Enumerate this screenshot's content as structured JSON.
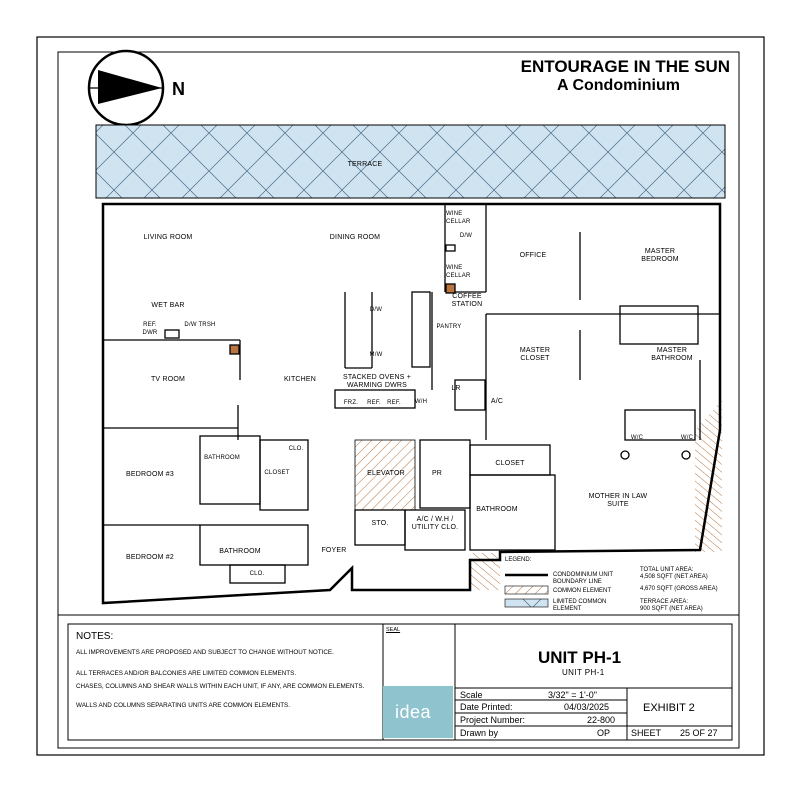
{
  "project": {
    "title": "ENTOURAGE IN THE SUN",
    "subtitle": "A Condominium",
    "north_label": "N"
  },
  "rooms": {
    "terrace": "TERRACE",
    "living_room": "LIVING ROOM",
    "dining_room": "DINING ROOM",
    "wine_cellar_1": "WINE CELLAR",
    "wine_cellar_2": "WINE CELLAR",
    "dw_top": "D/W",
    "office": "OFFICE",
    "master_bedroom": "MASTER BEDROOM",
    "coffee_station": "COFFEE STATION",
    "wet_bar": "WET BAR",
    "ref_dwr": "REF. DWR",
    "dw_trsh": "D/W  TRSH",
    "dw_kitchen": "D/W",
    "pantry": "PANTRY",
    "master_closet": "MASTER CLOSET",
    "master_bathroom": "MASTER BATHROOM",
    "mw": "M/W",
    "tv_room": "TV ROOM",
    "kitchen": "KITCHEN",
    "stacked_ovens": "STACKED OVENS + WARMING DWRS",
    "lr": "LR",
    "frz": "FRZ.",
    "ref1": "REF.",
    "ref2": "REF.",
    "wh": "W/H",
    "ac": "A/C",
    "wc1": "W/C",
    "wc2": "W/C",
    "clo1": "CLO.",
    "bedroom3": "BEDROOM #3",
    "bathroom1": "BATHROOM",
    "closet1": "CLOSET",
    "elevator": "ELEVATOR",
    "pr": "PR",
    "closet2": "CLOSET",
    "mother_in_law": "MOTHER IN LAW SUITE",
    "bathroom3": "BATHROOM",
    "sto": "STO.",
    "ac_wh": "A/C / W.H / UTILITY CLO.",
    "bedroom2": "BEDROOM #2",
    "bathroom2": "BATHROOM",
    "foyer": "FOYER",
    "clo2": "CLO."
  },
  "legend": {
    "title": "LEGEND:",
    "boundary": "CONDOMINIUM UNIT BOUNDARY LINE",
    "common": "COMMON ELEMENT",
    "limited": "LIMITED COMMON ELEMENT",
    "total_area": "TOTAL UNIT AREA:",
    "net_area": "4,508 SQFT (NET AREA)",
    "gross_area": "4,670 SQFT (GROSS AREA)",
    "terrace_area": "TERRACE AREA:",
    "terrace_net": "900 SQFT (NET AREA)"
  },
  "notes": {
    "heading": "NOTES:",
    "items": [
      "ALL IMPROVEMENTS ARE PROPOSED AND SUBJECT TO CHANGE WITHOUT NOTICE.",
      "ALL TERRACES AND/OR BALCONIES ARE LIMITED COMMON ELEMENTS.",
      "CHASES, COLUMNS AND SHEAR WALLS WITHIN EACH UNIT, IF ANY, ARE COMMON ELEMENTS.",
      "WALLS AND COLUMNS SEPARATING UNITS ARE COMMON ELEMENTS."
    ]
  },
  "seal_label": "SEAL",
  "logo_text": "idea",
  "title_block": {
    "unit_name": "UNIT PH-1",
    "unit_sub": "UNIT PH-1",
    "scale_label": "Scale",
    "scale_value": "3/32\" = 1'-0\"",
    "date_label": "Date Printed:",
    "date_value": "04/03/2025",
    "project_label": "Project Number:",
    "project_value": "22-800",
    "drawn_label": "Drawn by",
    "drawn_value": "OP",
    "exhibit": "EXHIBIT 2",
    "sheet_label": "SHEET",
    "sheet_value": "25 OF 27"
  },
  "colors": {
    "terrace_fill": "#cfe3f0",
    "common_hatch": "#c8874f",
    "logo": "#8fc4cf"
  }
}
